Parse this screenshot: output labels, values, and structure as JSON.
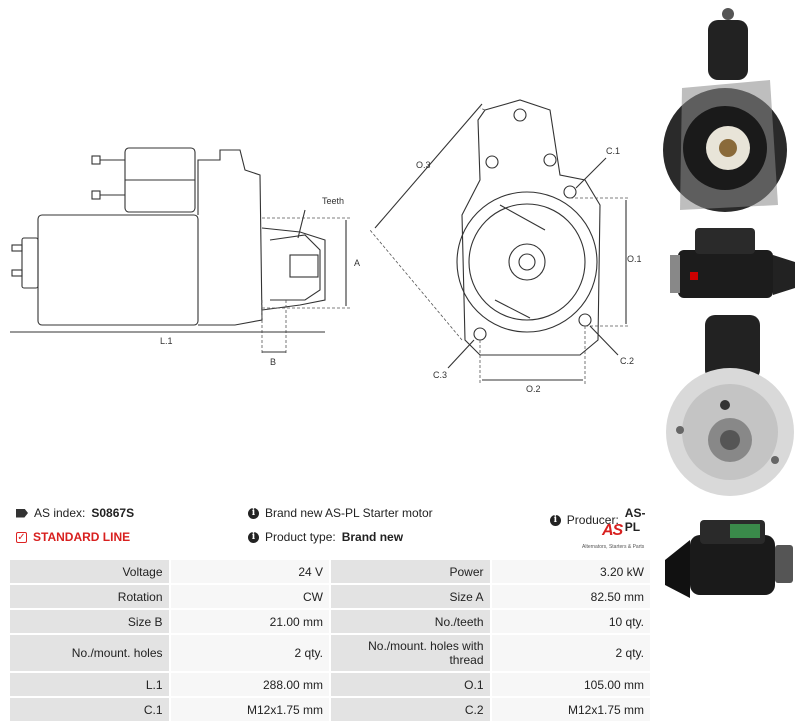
{
  "drawing": {
    "labels": {
      "teeth": "Teeth",
      "a": "A",
      "b": "B",
      "l1": "L.1",
      "o3": "O.3",
      "c1": "C.1",
      "o1": "O.1",
      "c2": "C.2",
      "c3": "C.3",
      "o2": "O.2"
    }
  },
  "product": {
    "index_label": "AS index:",
    "index_value": "S0867S",
    "description": "Brand new AS-PL Starter motor",
    "producer_label": "Producer:",
    "producer_value": "AS-PL",
    "line": "STANDARD LINE",
    "type_label": "Product type:",
    "type_value": "Brand new"
  },
  "logo": {
    "mark": "AS",
    "tagline": "Alternators, Starters & Parts"
  },
  "specs": [
    [
      {
        "label": "Voltage",
        "value": "24 V"
      },
      {
        "label": "Power",
        "value": "3.20 kW"
      }
    ],
    [
      {
        "label": "Rotation",
        "value": "CW"
      },
      {
        "label": "Size A",
        "value": "82.50 mm"
      }
    ],
    [
      {
        "label": "Size B",
        "value": "21.00 mm"
      },
      {
        "label": "No./teeth",
        "value": "10 qty."
      }
    ],
    [
      {
        "label": "No./mount. holes",
        "value": "2 qty."
      },
      {
        "label": "No./mount. holes with thread",
        "value": "2 qty."
      }
    ],
    [
      {
        "label": "L.1",
        "value": "288.00 mm"
      },
      {
        "label": "O.1",
        "value": "105.00 mm"
      }
    ],
    [
      {
        "label": "C.1",
        "value": "M12x1.75 mm"
      },
      {
        "label": "C.2",
        "value": "M12x1.75 mm"
      }
    ]
  ]
}
